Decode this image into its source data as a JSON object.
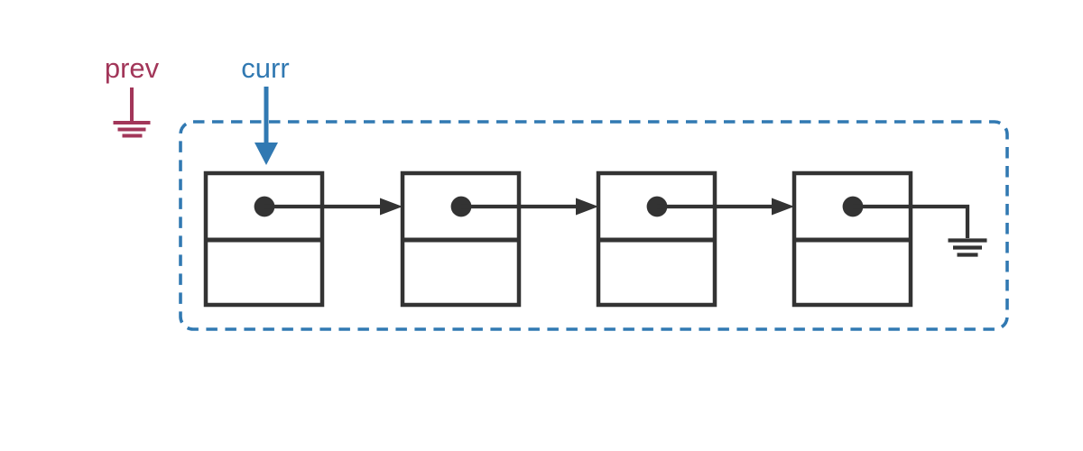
{
  "diagram": {
    "type": "singly-linked-list",
    "pointers": {
      "prev": {
        "label": "prev",
        "color": "#a23659",
        "points_to": "null"
      },
      "curr": {
        "label": "curr",
        "color": "#3179b2",
        "points_to": "node-1"
      }
    },
    "container": {
      "style": "dashed-rounded-rectangle",
      "color": "#3179b2"
    },
    "nodes": [
      {
        "id": "node-1",
        "data": "",
        "next": "node-2"
      },
      {
        "id": "node-2",
        "data": "",
        "next": "node-3"
      },
      {
        "id": "node-3",
        "data": "",
        "next": "node-4"
      },
      {
        "id": "node-4",
        "data": "",
        "next": "null"
      }
    ],
    "colors": {
      "node_stroke": "#333333",
      "arrow": "#333333",
      "null_ground": "#333333",
      "background": "#ffffff"
    }
  }
}
